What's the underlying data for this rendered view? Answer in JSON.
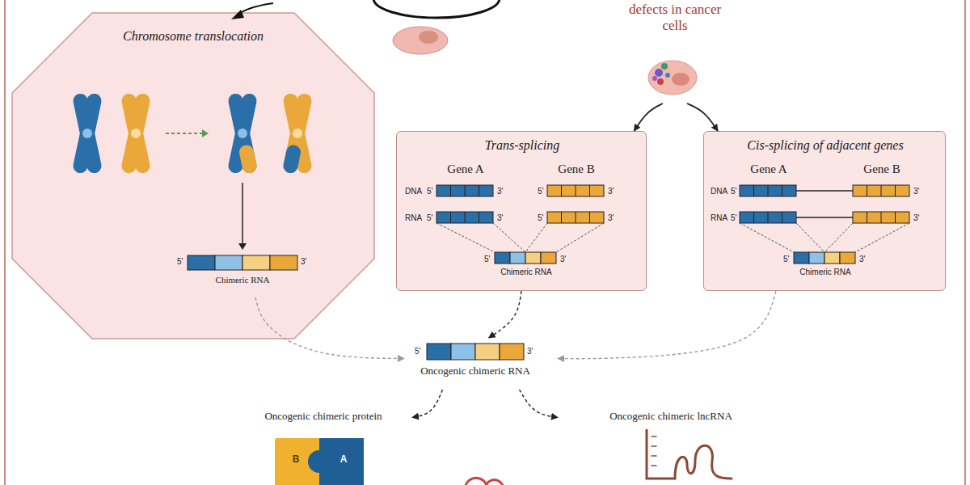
{
  "diagram": {
    "nodes": [
      {
        "text": [
          "Chromosome translocation"
        ]
      },
      {
        "text": [
          "5'",
          "3'",
          "Chimeric RNA"
        ],
        "in": 0
      },
      {
        "text": [
          "defects in cancer cells"
        ]
      },
      {
        "text": [
          "Trans-splicing",
          "Gene A",
          "Gene B",
          "DNA",
          "5'",
          "3'",
          "5'",
          "3'",
          "RNA",
          "5'",
          "3'",
          "5'",
          "3'",
          "5'",
          "3'",
          "Chimeric RNA"
        ]
      },
      {
        "text": [
          "Cis-splicing of adjacent genes",
          "Gene A",
          "Gene B",
          "DNA",
          "5'",
          "3'",
          "RNA",
          "5'",
          "3'",
          "5'",
          "3'",
          "Chimeric RNA"
        ]
      },
      {
        "text": [
          "5'",
          "3'",
          "Oncogenic chimeric RNA"
        ]
      },
      {
        "text": [
          "Oncogenic chimeric protein",
          "B",
          "A"
        ]
      },
      {
        "text": [
          "Oncogenic chimeric lncRNA"
        ]
      }
    ],
    "edges": [
      {
        "from": 1,
        "to": 5,
        "arrow": "to"
      },
      {
        "from": 3,
        "to": 5,
        "arrow": "to"
      },
      {
        "from": 4,
        "to": 5,
        "arrow": "to"
      },
      {
        "from": 5,
        "to": 6,
        "arrow": "to"
      },
      {
        "from": 5,
        "to": 7,
        "arrow": "to"
      },
      {
        "from": 2,
        "to": 3,
        "arrow": "to"
      },
      {
        "from": 2,
        "to": 4,
        "arrow": "to"
      }
    ]
  }
}
